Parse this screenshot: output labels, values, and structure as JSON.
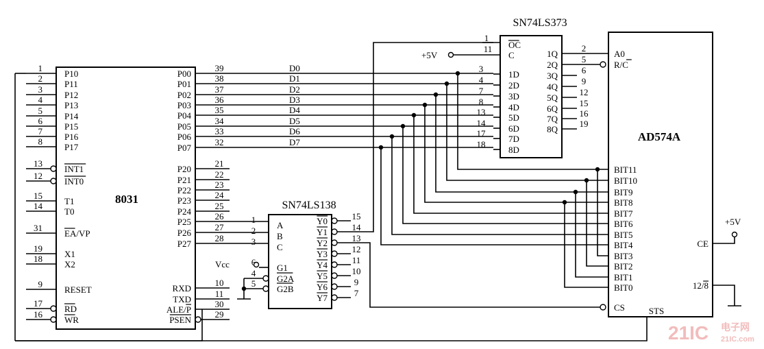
{
  "chips": {
    "c8031": {
      "label": "8031",
      "left_pins": [
        {
          "num": "1",
          "name": "P10"
        },
        {
          "num": "2",
          "name": "P11"
        },
        {
          "num": "3",
          "name": "P12"
        },
        {
          "num": "4",
          "name": "P13"
        },
        {
          "num": "5",
          "name": "P14"
        },
        {
          "num": "6",
          "name": "P15"
        },
        {
          "num": "7",
          "name": "P16"
        },
        {
          "num": "8",
          "name": "P17"
        },
        {
          "num": "13",
          "name": "INT1"
        },
        {
          "num": "12",
          "name": "INT0"
        },
        {
          "num": "15",
          "name": "T1"
        },
        {
          "num": "14",
          "name": "T0"
        },
        {
          "num": "31",
          "name": "EA/VP"
        },
        {
          "num": "19",
          "name": "X1"
        },
        {
          "num": "18",
          "name": "X2"
        },
        {
          "num": "9",
          "name": "RESET"
        },
        {
          "num": "17",
          "name": "RD"
        },
        {
          "num": "16",
          "name": "WR"
        }
      ],
      "right_pins": [
        {
          "num": "39",
          "name": "P00",
          "net": "D0"
        },
        {
          "num": "38",
          "name": "P01",
          "net": "D1"
        },
        {
          "num": "37",
          "name": "P02",
          "net": "D2"
        },
        {
          "num": "36",
          "name": "P03",
          "net": "D3"
        },
        {
          "num": "35",
          "name": "P04",
          "net": "D4"
        },
        {
          "num": "34",
          "name": "P05",
          "net": "D5"
        },
        {
          "num": "33",
          "name": "P06",
          "net": "D6"
        },
        {
          "num": "32",
          "name": "P07",
          "net": "D7"
        },
        {
          "num": "21",
          "name": "P20"
        },
        {
          "num": "22",
          "name": "P21"
        },
        {
          "num": "23",
          "name": "P22"
        },
        {
          "num": "24",
          "name": "P23"
        },
        {
          "num": "25",
          "name": "P24"
        },
        {
          "num": "26",
          "name": "P25"
        },
        {
          "num": "27",
          "name": "P26"
        },
        {
          "num": "28",
          "name": "P27"
        },
        {
          "num": "10",
          "name": "RXD"
        },
        {
          "num": "11",
          "name": "TXD"
        },
        {
          "num": "30",
          "name": "ALE/P"
        },
        {
          "num": "29",
          "name": "PSEN"
        }
      ]
    },
    "c138": {
      "title": "SN74LS138",
      "in_pins": [
        {
          "num": "1",
          "name": "A"
        },
        {
          "num": "2",
          "name": "B"
        },
        {
          "num": "3",
          "name": "C"
        },
        {
          "num": "6",
          "name": "G1"
        },
        {
          "num": "4",
          "name": "G2A"
        },
        {
          "num": "5",
          "name": "G2B"
        }
      ],
      "out_pins": [
        {
          "num": "15",
          "name": "Y0"
        },
        {
          "num": "14",
          "name": "Y1"
        },
        {
          "num": "13",
          "name": "Y2"
        },
        {
          "num": "12",
          "name": "Y3"
        },
        {
          "num": "11",
          "name": "Y4"
        },
        {
          "num": "10",
          "name": "Y5"
        },
        {
          "num": "9",
          "name": "Y6"
        },
        {
          "num": "7",
          "name": "Y7"
        }
      ],
      "vcc": "Vcc"
    },
    "c373": {
      "title": "SN74LS373",
      "top_pins": [
        {
          "num": "1",
          "name": "OC"
        },
        {
          "num": "11",
          "name": "C"
        }
      ],
      "d_pins": [
        {
          "num": "3",
          "name": "1D"
        },
        {
          "num": "4",
          "name": "2D"
        },
        {
          "num": "7",
          "name": "3D"
        },
        {
          "num": "8",
          "name": "4D"
        },
        {
          "num": "13",
          "name": "5D"
        },
        {
          "num": "14",
          "name": "6D"
        },
        {
          "num": "17",
          "name": "7D"
        },
        {
          "num": "18",
          "name": "8D"
        }
      ],
      "q_pins": [
        {
          "num": "2",
          "name": "1Q"
        },
        {
          "num": "5",
          "name": "2Q"
        },
        {
          "num": "6",
          "name": "3Q"
        },
        {
          "num": "9",
          "name": "4Q"
        },
        {
          "num": "12",
          "name": "5Q"
        },
        {
          "num": "15",
          "name": "6Q"
        },
        {
          "num": "16",
          "name": "7Q"
        },
        {
          "num": "19",
          "name": "8Q"
        }
      ],
      "supply": "+5V"
    },
    "c574": {
      "label": "AD574A",
      "left_pins": [
        "A0",
        "R/C",
        "BIT11",
        "BIT10",
        "BIT9",
        "BIT8",
        "BIT7",
        "BIT6",
        "BIT5",
        "BIT4",
        "BIT3",
        "BIT2",
        "BIT1",
        "BIT0",
        "CS"
      ],
      "right_pins": [
        "CE",
        "12/8"
      ],
      "bottom_pin": "STS",
      "ce_supply": "+5V"
    }
  },
  "watermark": {
    "brand": "21IC",
    "cn": "电子网",
    "url": "21IC.com"
  }
}
